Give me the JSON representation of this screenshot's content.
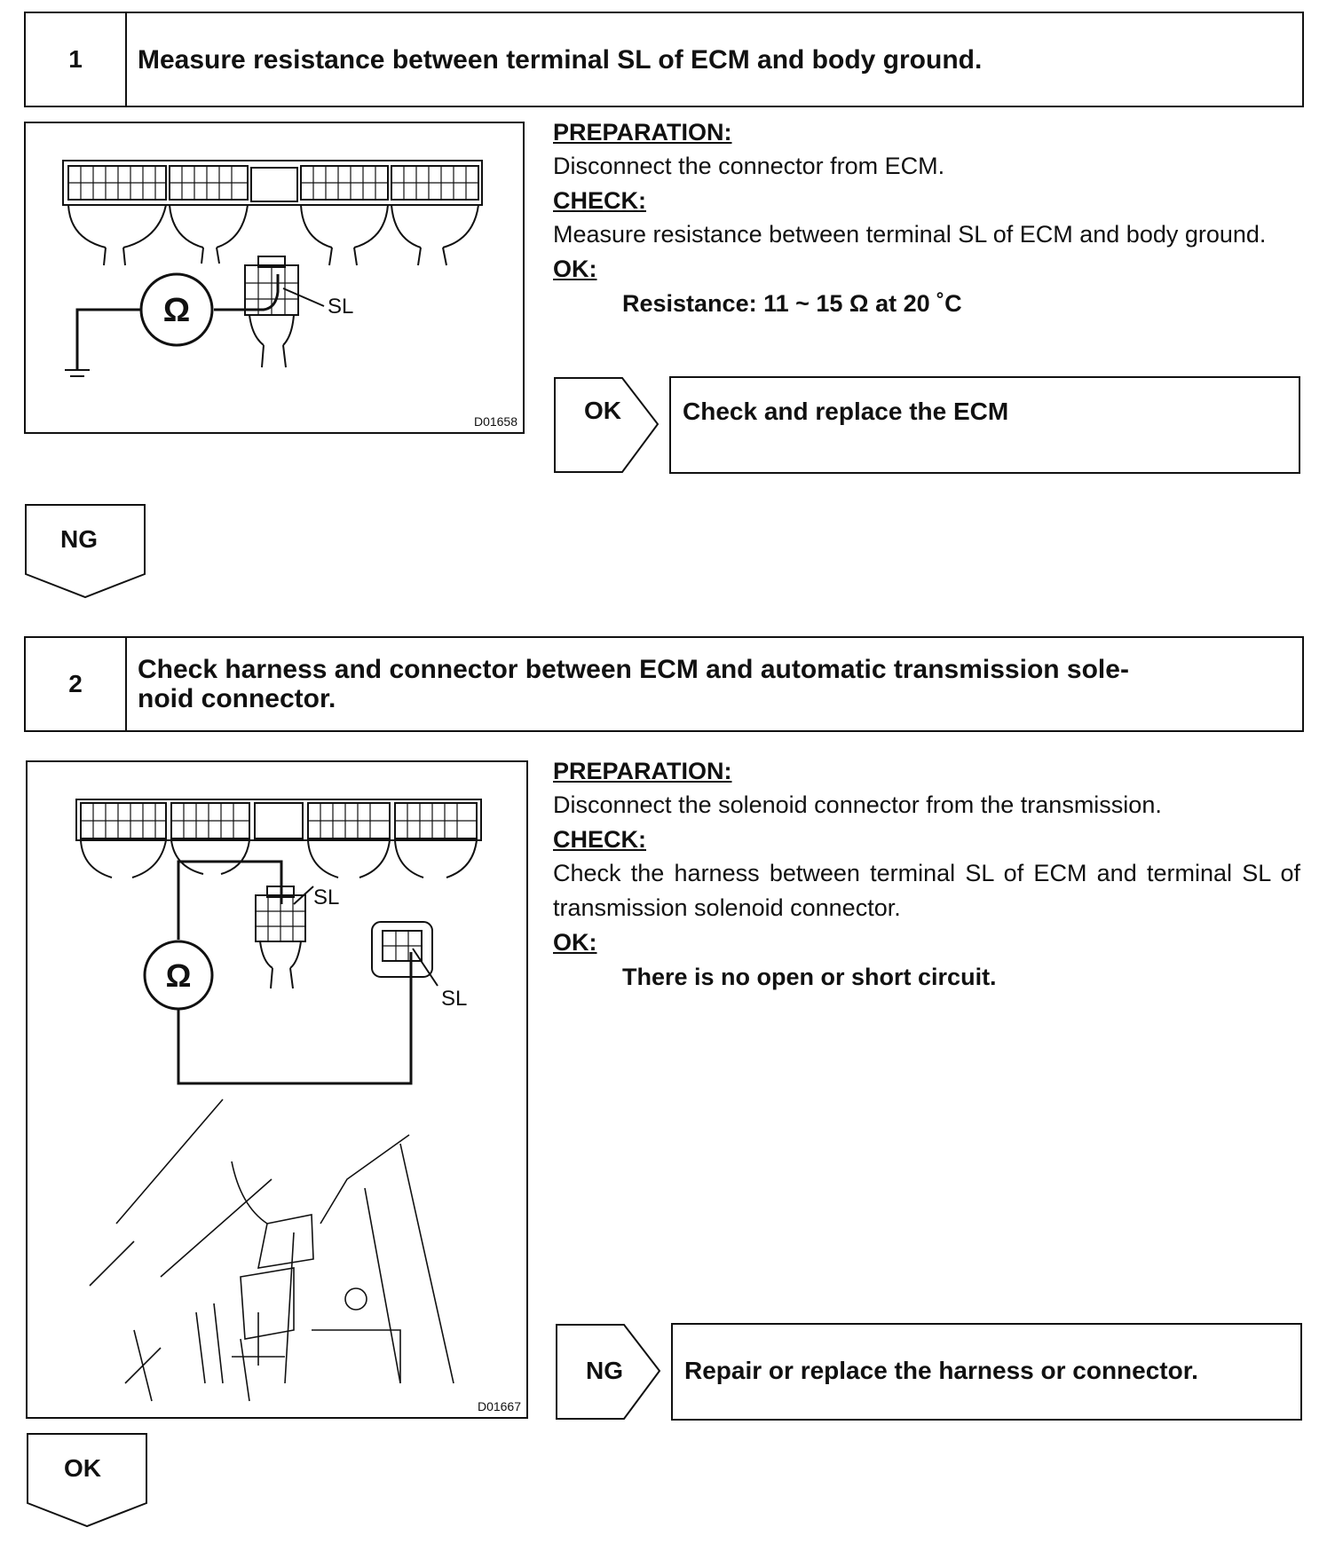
{
  "steps": [
    {
      "number": "1",
      "title": "Measure resistance between terminal SL of ECM and body ground.",
      "figure": {
        "code": "D01658",
        "terminal_label": "SL",
        "meter_symbol": "Ω"
      },
      "preparation_heading": "PREPARATION:",
      "preparation_text": "Disconnect the connector from ECM.",
      "check_heading": "CHECK:",
      "check_text": "Measure resistance between terminal SL of ECM and body ground.",
      "ok_heading": "OK:",
      "ok_text": "Resistance: 11 ~ 15 Ω at 20 ˚C",
      "branch": {
        "label": "OK",
        "action": "Check and replace the ECM"
      },
      "next": {
        "label": "NG"
      }
    },
    {
      "number": "2",
      "title": "Check harness and connector between ECM and automatic transmission sole- noid connector.",
      "title_line1": "Check harness and connector between ECM and automatic transmission sole-",
      "title_line2": "noid connector.",
      "figure": {
        "code": "D01667",
        "terminal_label_ecm": "SL",
        "terminal_label_solenoid": "SL",
        "meter_symbol": "Ω"
      },
      "preparation_heading": "PREPARATION:",
      "preparation_text": "Disconnect the solenoid connector from the transmission.",
      "check_heading": "CHECK:",
      "check_text": "Check the harness between terminal SL of ECM and terminal SL of transmission solenoid connector.",
      "ok_heading": "OK:",
      "ok_text": "There is no open or short circuit.",
      "branch": {
        "label": "NG",
        "action": "Repair or replace the harness or connector."
      },
      "next": {
        "label": "OK"
      }
    }
  ]
}
